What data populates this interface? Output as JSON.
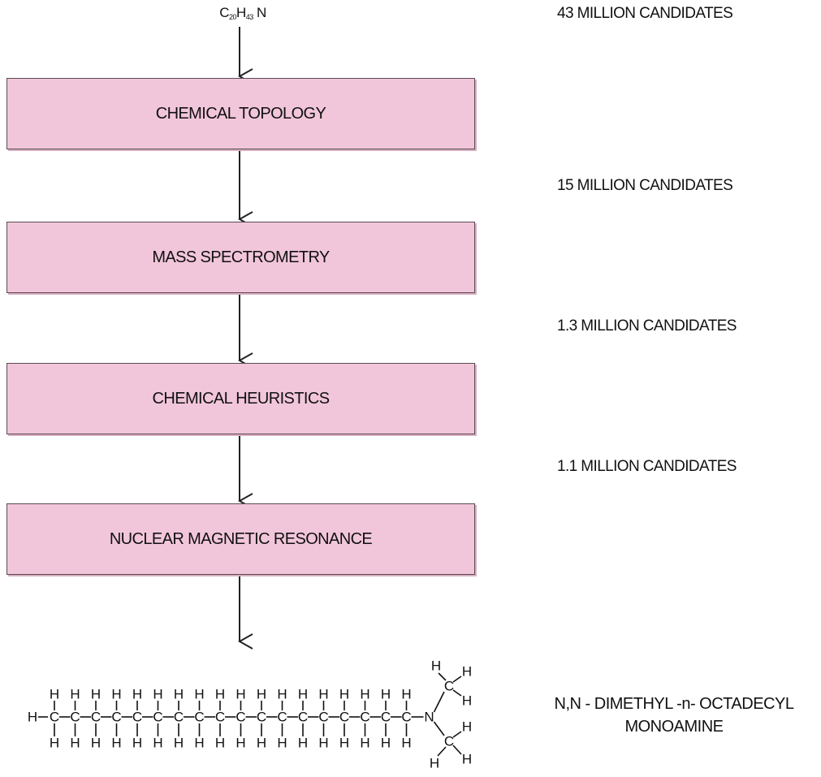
{
  "input_formula": {
    "c": "C",
    "c_count": "20",
    "h": "H",
    "h_count": "43",
    "n": "N"
  },
  "stages": [
    {
      "label": "CHEMICAL TOPOLOGY"
    },
    {
      "label": "MASS SPECTROMETRY"
    },
    {
      "label": "CHEMICAL HEURISTICS"
    },
    {
      "label": "NUCLEAR MAGNETIC RESONANCE"
    }
  ],
  "candidate_counts": [
    {
      "label": "43 MILLION CANDIDATES"
    },
    {
      "label": "15 MILLION CANDIDATES"
    },
    {
      "label": "1.3 MILLION CANDIDATES"
    },
    {
      "label": "1.1 MILLION CANDIDATES"
    }
  ],
  "result": {
    "name_line1": "N,N - DIMETHYL -n- OCTADECYL",
    "name_line2": "MONOAMINE",
    "structure": {
      "chain_carbons": 18,
      "atom_carbon": "C",
      "atom_hydrogen": "H",
      "atom_nitrogen": "N"
    }
  },
  "colors": {
    "stage_fill": "#f2c6da",
    "stage_border": "#5a4a52",
    "line": "#222222"
  }
}
